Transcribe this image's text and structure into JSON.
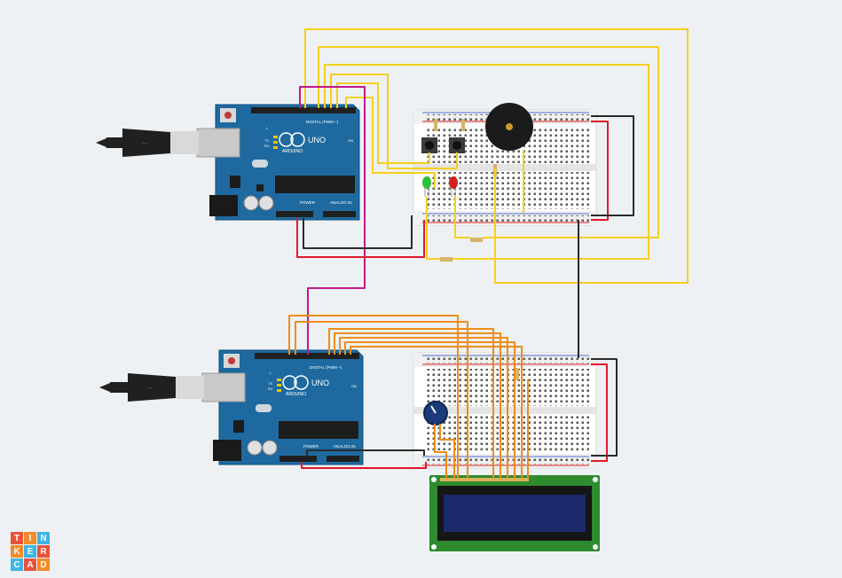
{
  "arduino_top": {
    "brand": "ARDUINO",
    "model": "UNO",
    "digital_label": "DIGITAL (PWM ~)",
    "power_label": "POWER",
    "analog_label": "ANALOG IN",
    "tx": "TX",
    "rx": "RX",
    "on": "ON",
    "l": "L"
  },
  "arduino_bottom": {
    "brand": "ARDUINO",
    "model": "UNO",
    "digital_label": "DIGITAL (PWM ~)",
    "power_label": "POWER",
    "analog_label": "ANALOG IN",
    "tx": "TX",
    "rx": "RX",
    "on": "ON",
    "l": "L"
  },
  "logo": {
    "letters": [
      "T",
      "I",
      "N",
      "K",
      "E",
      "R",
      "C",
      "A",
      "D"
    ]
  },
  "colors": {
    "background": "#eef1f3",
    "board": "#1e6aa0",
    "wire_yellow": "#f5cf1c",
    "wire_orange": "#f08c1a",
    "wire_magenta": "#c2188e",
    "wire_red": "#e0192c",
    "wire_black": "#2a2a2a",
    "lcd_pcb": "#2e8b2e",
    "lcd_screen": "#1a2a6b"
  }
}
